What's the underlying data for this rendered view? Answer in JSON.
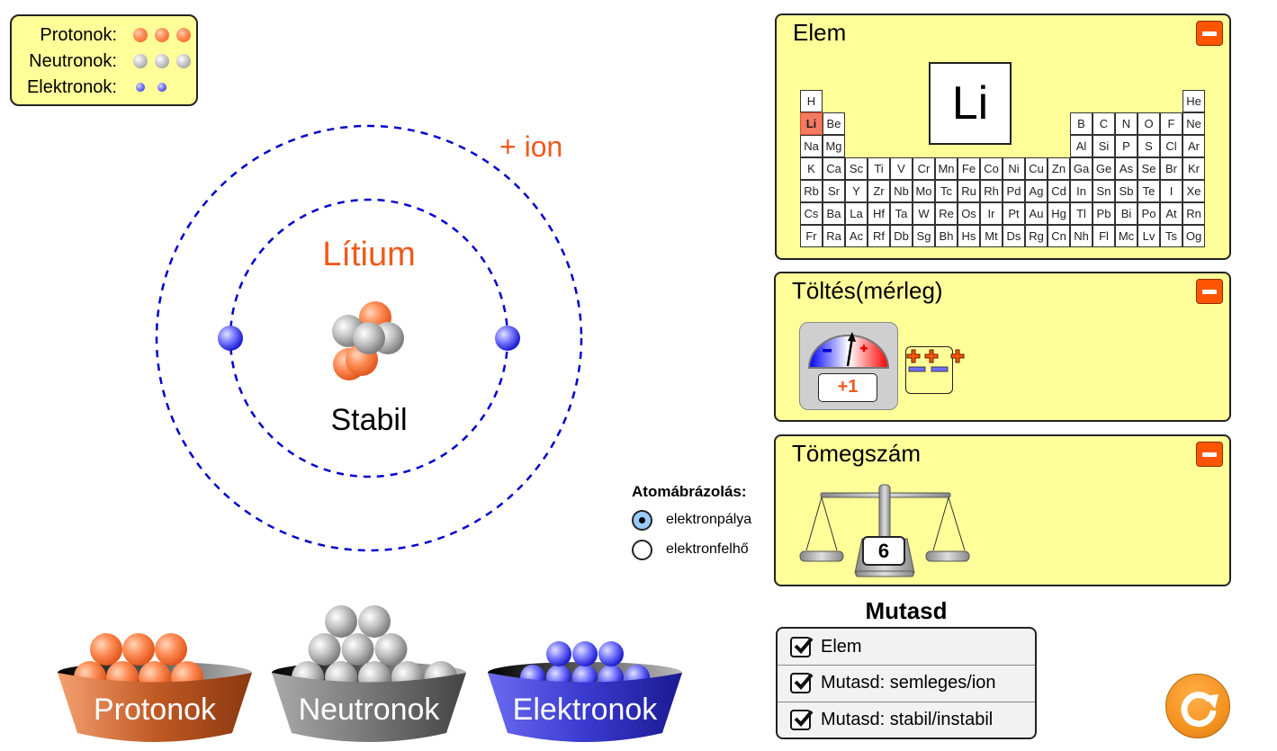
{
  "legend": {
    "rows": [
      {
        "label": "Protonok:",
        "kind": "proton",
        "count": 3
      },
      {
        "label": "Neutronok:",
        "kind": "neutron",
        "count": 3
      },
      {
        "label": "Elektronok:",
        "kind": "electron",
        "count": 2
      }
    ]
  },
  "atom": {
    "element_name": "Lítium",
    "ion_label": "+ ion",
    "stability_label": "Stabil",
    "protons": 3,
    "neutrons": 3,
    "electrons": 2,
    "inner_shell_electrons": 2,
    "outer_shell_electrons": 0
  },
  "representation": {
    "title": "Atomábrázolás:",
    "options": [
      {
        "label": "elektronpálya",
        "selected": true
      },
      {
        "label": "elektronfelhő",
        "selected": false
      }
    ]
  },
  "element_panel": {
    "title": "Elem",
    "selected_symbol": "Li",
    "collapse_icon": "minus-icon",
    "table": [
      [
        "H",
        "",
        "",
        "",
        "",
        "",
        "",
        "",
        "",
        "",
        "",
        "",
        "",
        "",
        "",
        "",
        "",
        "He"
      ],
      [
        "Li",
        "Be",
        "",
        "",
        "",
        "",
        "",
        "",
        "",
        "",
        "",
        "",
        "B",
        "C",
        "N",
        "O",
        "F",
        "Ne"
      ],
      [
        "Na",
        "Mg",
        "",
        "",
        "",
        "",
        "",
        "",
        "",
        "",
        "",
        "",
        "Al",
        "Si",
        "P",
        "S",
        "Cl",
        "Ar"
      ],
      [
        "K",
        "Ca",
        "Sc",
        "Ti",
        "V",
        "Cr",
        "Mn",
        "Fe",
        "Co",
        "Ni",
        "Cu",
        "Zn",
        "Ga",
        "Ge",
        "As",
        "Se",
        "Br",
        "Kr"
      ],
      [
        "Rb",
        "Sr",
        "Y",
        "Zr",
        "Nb",
        "Mo",
        "Tc",
        "Ru",
        "Rh",
        "Pd",
        "Ag",
        "Cd",
        "In",
        "Sn",
        "Sb",
        "Te",
        "I",
        "Xe"
      ],
      [
        "Cs",
        "Ba",
        "La",
        "Hf",
        "Ta",
        "W",
        "Re",
        "Os",
        "Ir",
        "Pt",
        "Au",
        "Hg",
        "Tl",
        "Pb",
        "Bi",
        "Po",
        "At",
        "Rn"
      ],
      [
        "Fr",
        "Ra",
        "Ac",
        "Rf",
        "Db",
        "Sg",
        "Bh",
        "Hs",
        "Mt",
        "Ds",
        "Rg",
        "Cn",
        "Nh",
        "Fl",
        "Mc",
        "Lv",
        "Ts",
        "Og"
      ]
    ]
  },
  "charge_panel": {
    "title": "Töltés(mérleg)",
    "readout": "+1",
    "paired_charges": 2,
    "extra_positive": 1
  },
  "mass_panel": {
    "title": "Tömegszám",
    "readout": "6"
  },
  "show_panel": {
    "title": "Mutasd",
    "items": [
      {
        "label": "Elem",
        "checked": true
      },
      {
        "label": "Mutasd: semleges/ion",
        "checked": true
      },
      {
        "label": "Mutasd: stabil/instabil",
        "checked": true
      }
    ]
  },
  "buckets": [
    {
      "label": "Protonok",
      "kind": "proton"
    },
    {
      "label": "Neutronok",
      "kind": "neutron"
    },
    {
      "label": "Elektronok",
      "kind": "electron"
    }
  ],
  "colors": {
    "accent_orange": "#f05a1a",
    "panel_yellow": "#ffff99",
    "orbit_blue": "#0000cc",
    "collapse_orange": "#ff5500"
  }
}
